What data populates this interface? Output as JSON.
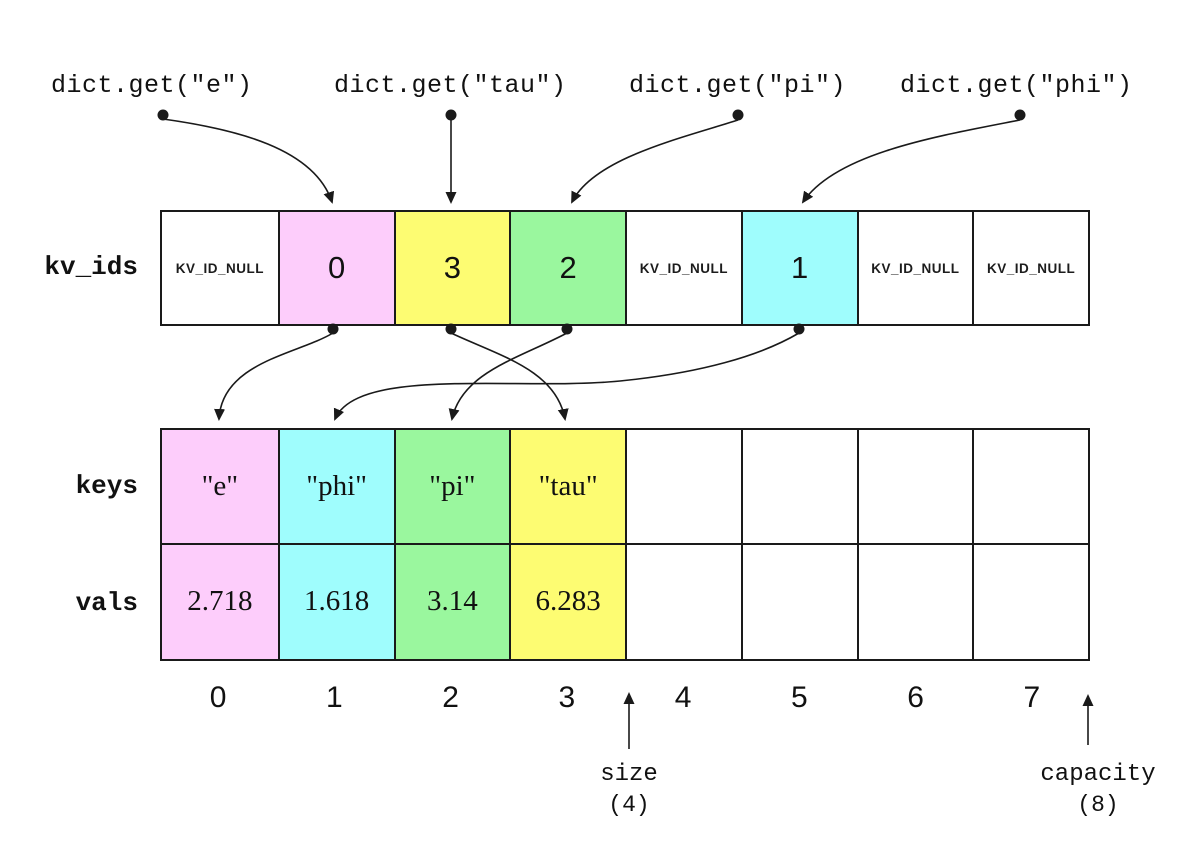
{
  "colors": {
    "pink": "#fdcdfb",
    "cyan": "#9ffdfd",
    "green": "#9af79e",
    "yellow": "#fdfc72",
    "white": "#ffffff",
    "line": "#1a1a1a"
  },
  "queries": [
    {
      "label": "dict.get(\"e\")"
    },
    {
      "label": "dict.get(\"tau\")"
    },
    {
      "label": "dict.get(\"pi\")"
    },
    {
      "label": "dict.get(\"phi\")"
    }
  ],
  "kv_ids": {
    "label": "kv_ids",
    "cells": [
      {
        "text": "KV_ID_NULL",
        "color": "white"
      },
      {
        "text": "0",
        "color": "pink"
      },
      {
        "text": "3",
        "color": "yellow"
      },
      {
        "text": "2",
        "color": "green"
      },
      {
        "text": "KV_ID_NULL",
        "color": "white"
      },
      {
        "text": "1",
        "color": "cyan"
      },
      {
        "text": "KV_ID_NULL",
        "color": "white"
      },
      {
        "text": "KV_ID_NULL",
        "color": "white"
      }
    ]
  },
  "keys": {
    "label": "keys",
    "cells": [
      {
        "text": "\"e\"",
        "color": "pink"
      },
      {
        "text": "\"phi\"",
        "color": "cyan"
      },
      {
        "text": "\"pi\"",
        "color": "green"
      },
      {
        "text": "\"tau\"",
        "color": "yellow"
      },
      {
        "text": "",
        "color": "white"
      },
      {
        "text": "",
        "color": "white"
      },
      {
        "text": "",
        "color": "white"
      },
      {
        "text": "",
        "color": "white"
      }
    ]
  },
  "vals": {
    "label": "vals",
    "cells": [
      {
        "text": "2.718",
        "color": "pink"
      },
      {
        "text": "1.618",
        "color": "cyan"
      },
      {
        "text": "3.14",
        "color": "green"
      },
      {
        "text": "6.283",
        "color": "yellow"
      },
      {
        "text": "",
        "color": "white"
      },
      {
        "text": "",
        "color": "white"
      },
      {
        "text": "",
        "color": "white"
      },
      {
        "text": "",
        "color": "white"
      }
    ]
  },
  "indices": [
    "0",
    "1",
    "2",
    "3",
    "4",
    "5",
    "6",
    "7"
  ],
  "annotations": {
    "size_label": "size",
    "size_value": "(4)",
    "capacity_label": "capacity",
    "capacity_value": "(8)"
  }
}
